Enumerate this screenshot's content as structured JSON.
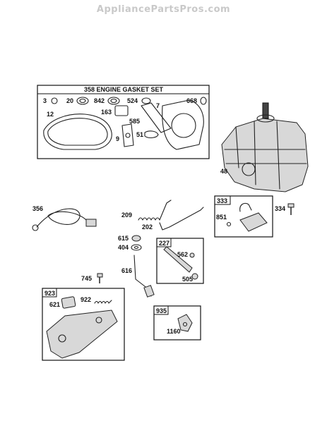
{
  "watermark": "AppliancePartsPros.com",
  "gasket_set": {
    "header": "358 ENGINE GASKET SET",
    "labels": [
      "3",
      "20",
      "842",
      "524",
      "7",
      "668",
      "12",
      "163",
      "585",
      "9",
      "51"
    ]
  },
  "parts": {
    "crankcase": "48",
    "harness": "356",
    "spring": "209",
    "link": "202",
    "nut_615": "615",
    "washer_404": "404",
    "rod_616": "616",
    "screw_745": "745",
    "screw_334": "334"
  },
  "kits": {
    "k333": {
      "header": "333",
      "labels": [
        "851"
      ]
    },
    "k227": {
      "header": "227",
      "labels": [
        "562",
        "505"
      ]
    },
    "k923": {
      "header": "923",
      "labels": [
        "621",
        "922"
      ]
    },
    "k935": {
      "header": "935",
      "labels": [
        "1160"
      ]
    }
  }
}
